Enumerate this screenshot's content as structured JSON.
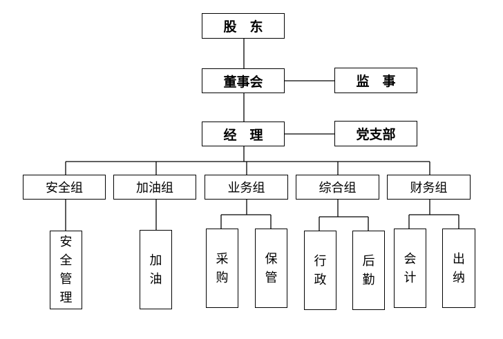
{
  "top": {
    "shareholders": "股　东",
    "board": "董事会",
    "supervisor": "监　事",
    "manager": "经　理",
    "party_branch": "党支部"
  },
  "groups": [
    {
      "label": "安全组",
      "children": [
        "安全管理"
      ]
    },
    {
      "label": "加油组",
      "children": [
        "加油"
      ]
    },
    {
      "label": "业务组",
      "children": [
        "采购",
        "保管"
      ]
    },
    {
      "label": "综合组",
      "children": [
        "行政",
        "后勤"
      ]
    },
    {
      "label": "财务组",
      "children": [
        "会计",
        "出纳"
      ]
    }
  ],
  "colors": {
    "line": "#000000",
    "box_border": "#000000",
    "background": "#ffffff"
  }
}
